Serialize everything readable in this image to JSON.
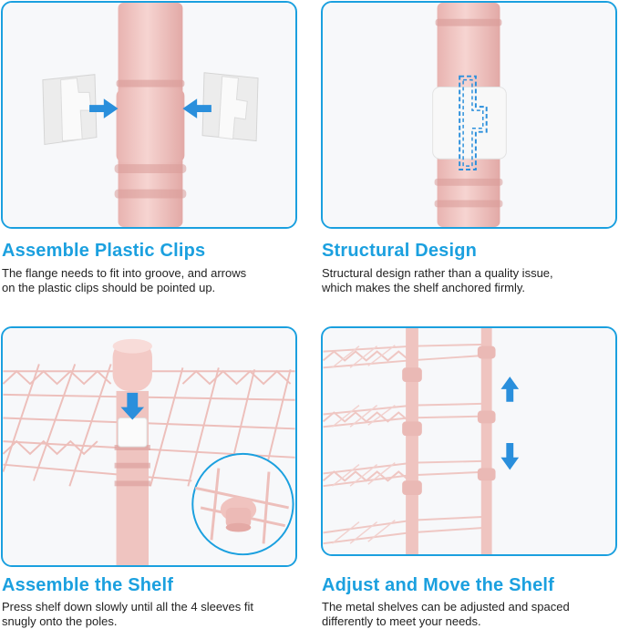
{
  "colors": {
    "accent": "#1ba0df",
    "pole_pink": "#f0c6c3",
    "clip_white": "#f4f4f4",
    "arrow_blue": "#2a8fdc"
  },
  "panels": [
    {
      "title": "Assemble Plastic Clips",
      "desc_lines": [
        "The flange needs to fit into groove, and arrows",
        "on the plastic clips should be pointed up."
      ],
      "icons": [
        "arrow-right-icon",
        "arrow-left-icon"
      ]
    },
    {
      "title": "Structural Design",
      "desc_lines": [
        "Structural design rather than a quality issue,",
        "which makes the shelf anchored firmly."
      ],
      "icons": [
        "dashed-outline-icon"
      ]
    },
    {
      "title": "Assemble the Shelf",
      "desc_lines": [
        "Press shelf down slowly until all the 4 sleeves fit",
        "snugly onto the poles."
      ],
      "icons": [
        "arrow-down-icon",
        "zoom-circle-icon"
      ]
    },
    {
      "title": "Adjust and Move the Shelf",
      "desc_lines": [
        "The metal shelves can be adjusted and spaced",
        "differently to meet your needs."
      ],
      "icons": [
        "arrow-up-icon",
        "arrow-down-icon"
      ]
    }
  ]
}
